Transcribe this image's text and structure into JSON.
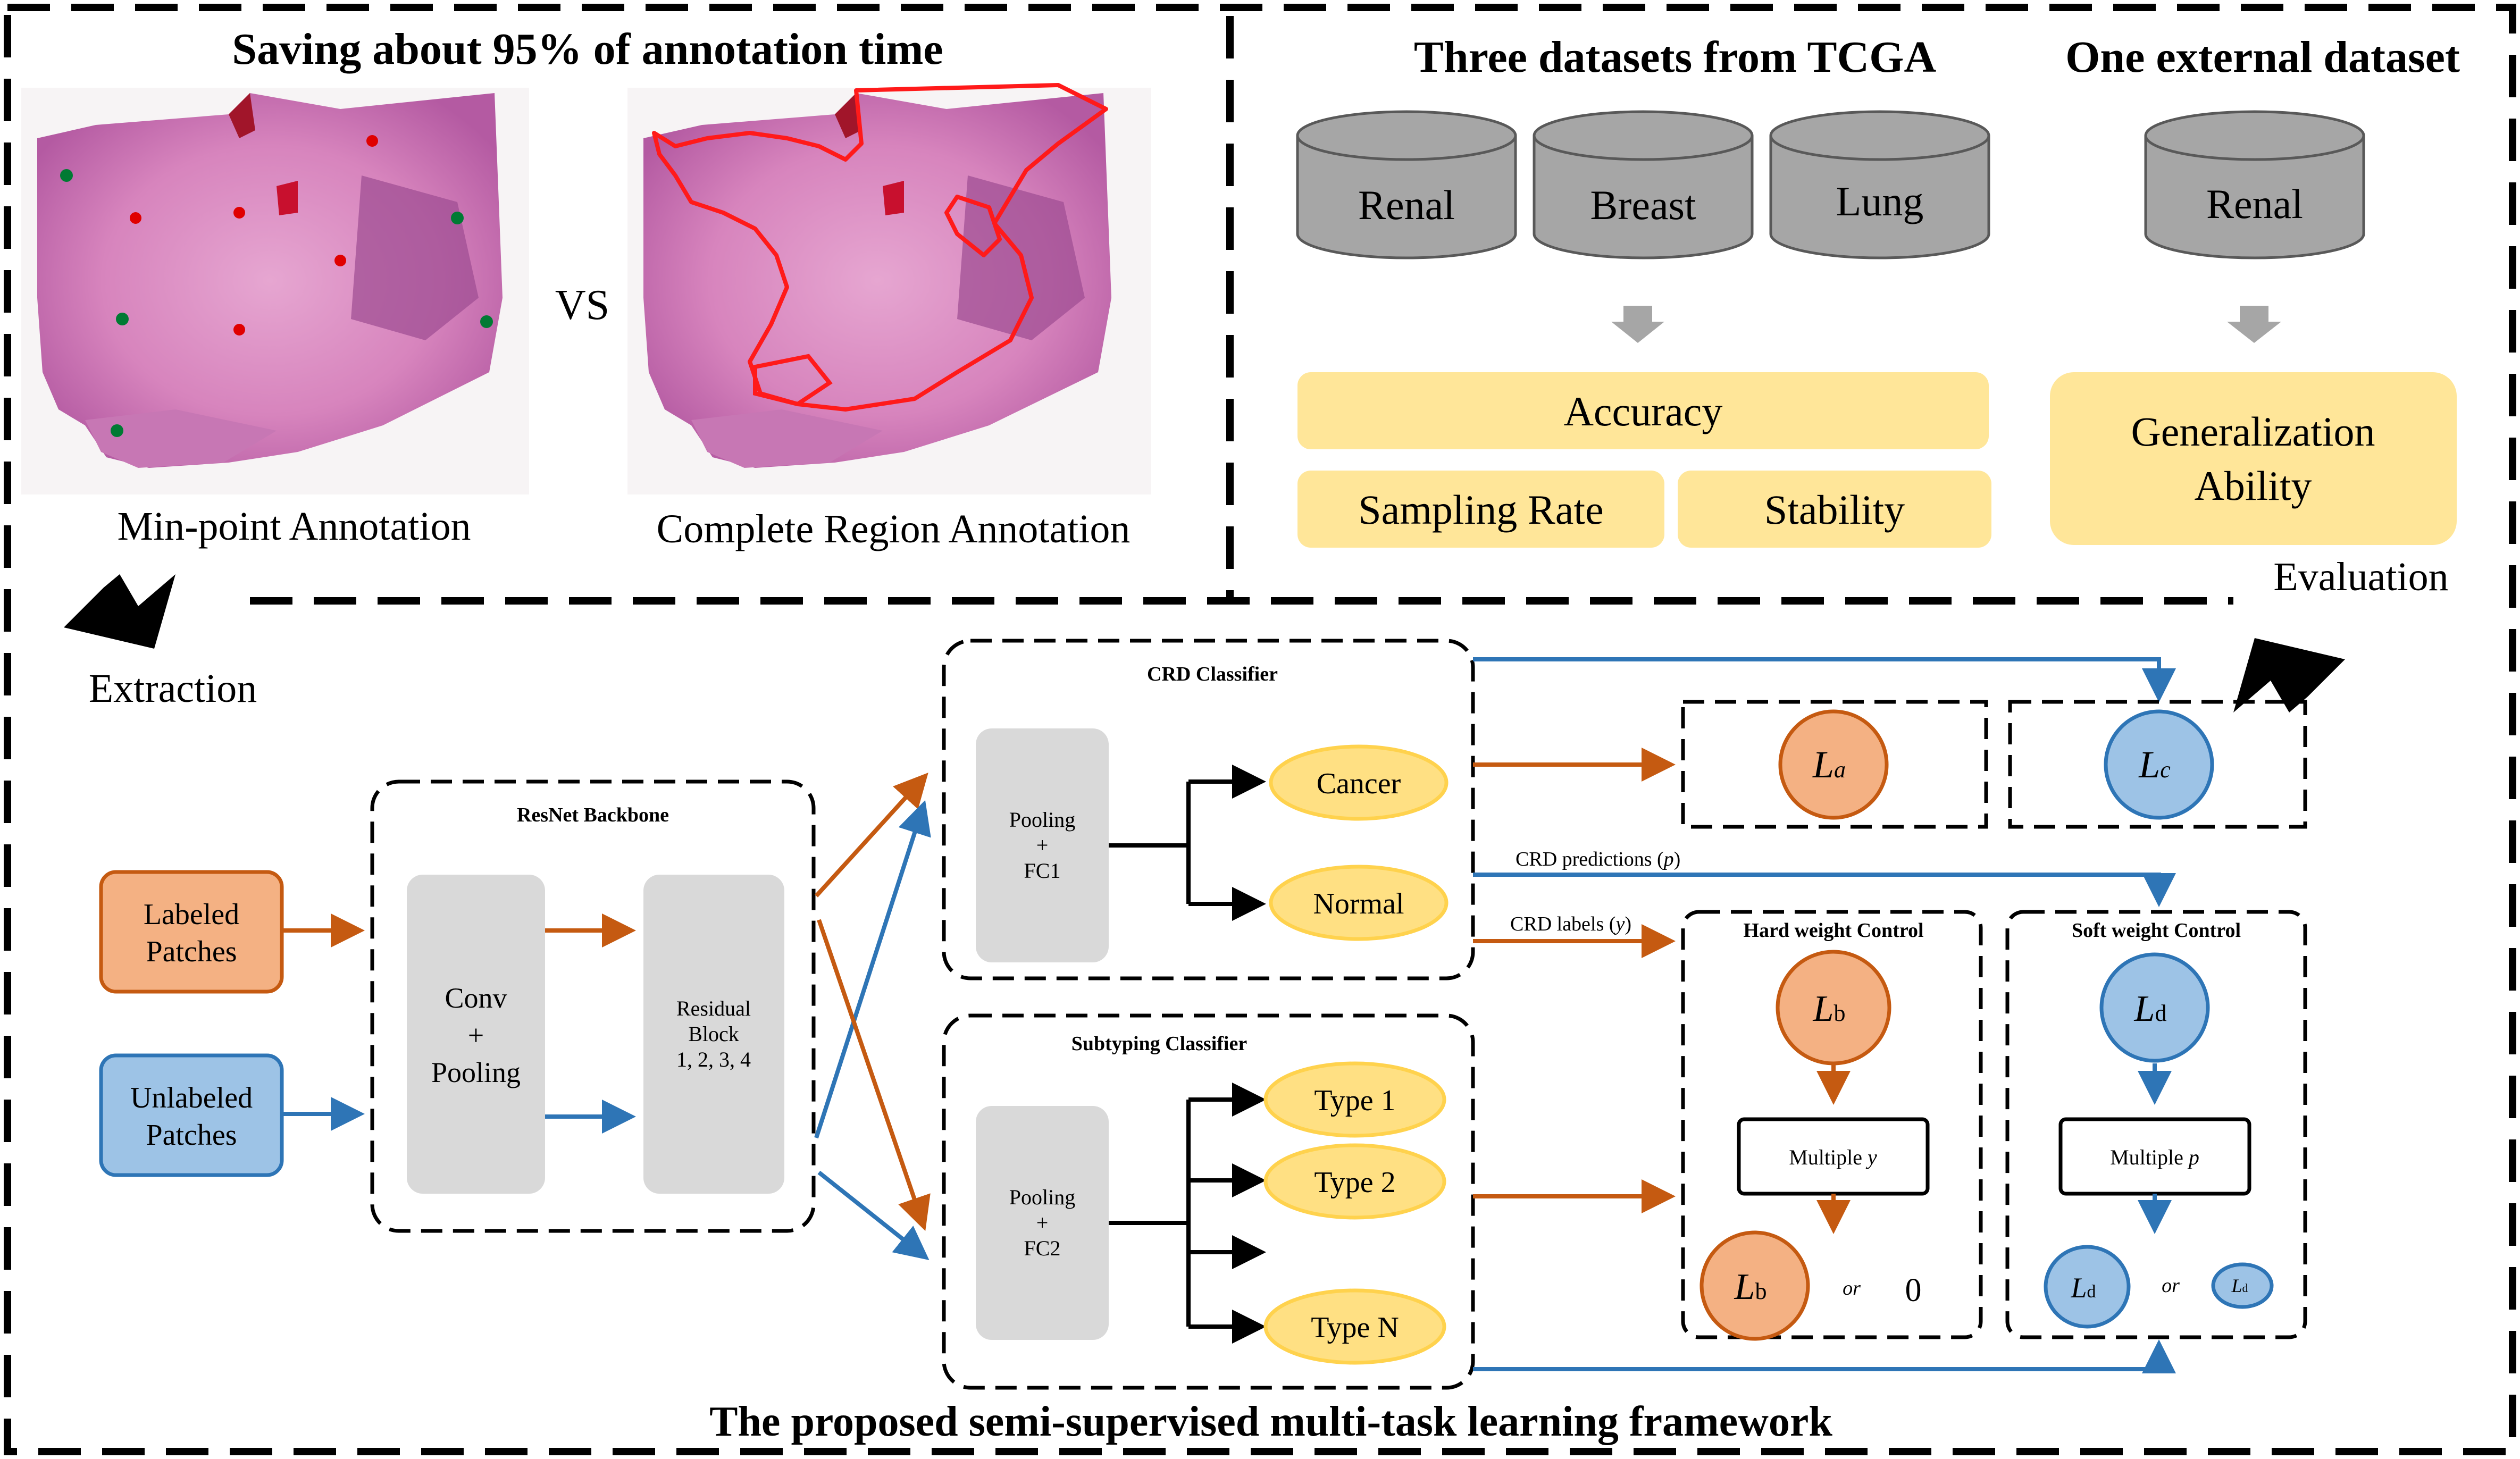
{
  "top_left": {
    "title": "Saving about 95% of annotation time",
    "vs": "VS",
    "caption_left": "Min-point Annotation",
    "caption_right": "Complete Region Annotation"
  },
  "top_right": {
    "title_tcga": "Three datasets from TCGA",
    "title_external": "One external dataset",
    "db_renal": "Renal",
    "db_breast": "Breast",
    "db_lung": "Lung",
    "db_external_renal": "Renal",
    "metric_accuracy": "Accuracy",
    "metric_sampling": "Sampling Rate",
    "metric_stability": "Stability",
    "metric_general_1": "Generalization",
    "metric_general_2": "Ability"
  },
  "flow": {
    "extraction": "Extraction",
    "evaluation": "Evaluation"
  },
  "inputs": {
    "labeled_1": "Labeled",
    "labeled_2": "Patches",
    "unlabeled_1": "Unlabeled",
    "unlabeled_2": "Patches"
  },
  "backbone": {
    "title": "ResNet Backbone",
    "conv_1": "Conv",
    "conv_2": "+",
    "conv_3": "Pooling",
    "res_1": "Residual",
    "res_2": "Block",
    "res_3": "1, 2, 3, 4"
  },
  "crd": {
    "title": "CRD Classifier",
    "pool_1": "Pooling",
    "pool_2": "+",
    "pool_3": "FC1",
    "cancer": "Cancer",
    "normal": "Normal"
  },
  "subtyping": {
    "title": "Subtyping Classifier",
    "pool_1": "Pooling",
    "pool_2": "+",
    "pool_3": "FC2",
    "type1": "Type 1",
    "type2": "Type 2",
    "typeN": "Type N"
  },
  "losses": {
    "La_main": "L",
    "La_sub": "a",
    "Lc_main": "L",
    "Lc_sub": "c",
    "crd_predictions": "CRD predictions (",
    "crd_predictions_var": "p",
    "crd_predictions_end": ")",
    "crd_labels": "CRD labels (",
    "crd_labels_var": "y",
    "crd_labels_end": ")"
  },
  "hard": {
    "title": "Hard weight Control",
    "Lb_main": "L",
    "Lb_sub": "b",
    "multiple": "Multiple ",
    "multiple_var": "y",
    "Lb2_main": "L",
    "Lb2_sub": "b",
    "or": "or",
    "zero": "0"
  },
  "soft": {
    "title": "Soft weight Control",
    "Ld_main": "L",
    "Ld_sub": "d",
    "multiple": "Multiple ",
    "multiple_var": "p",
    "Ld2_main": "L",
    "Ld2_sub": "d",
    "or": "or",
    "Ld3_main": "L",
    "Ld3_sub": "d"
  },
  "bottom_title": "The proposed semi-supervised multi-task learning framework",
  "colors": {
    "orange_arrow": "#c55a11",
    "blue_arrow": "#2e75b6",
    "orange_fill": "#f4b183",
    "blue_fill": "#9dc3e6",
    "yellow_fill": "#ffe699",
    "yellow_ellipse": "#ffe083",
    "gray_box": "#d9d9d9",
    "db_gray": "#a6a6a6"
  }
}
